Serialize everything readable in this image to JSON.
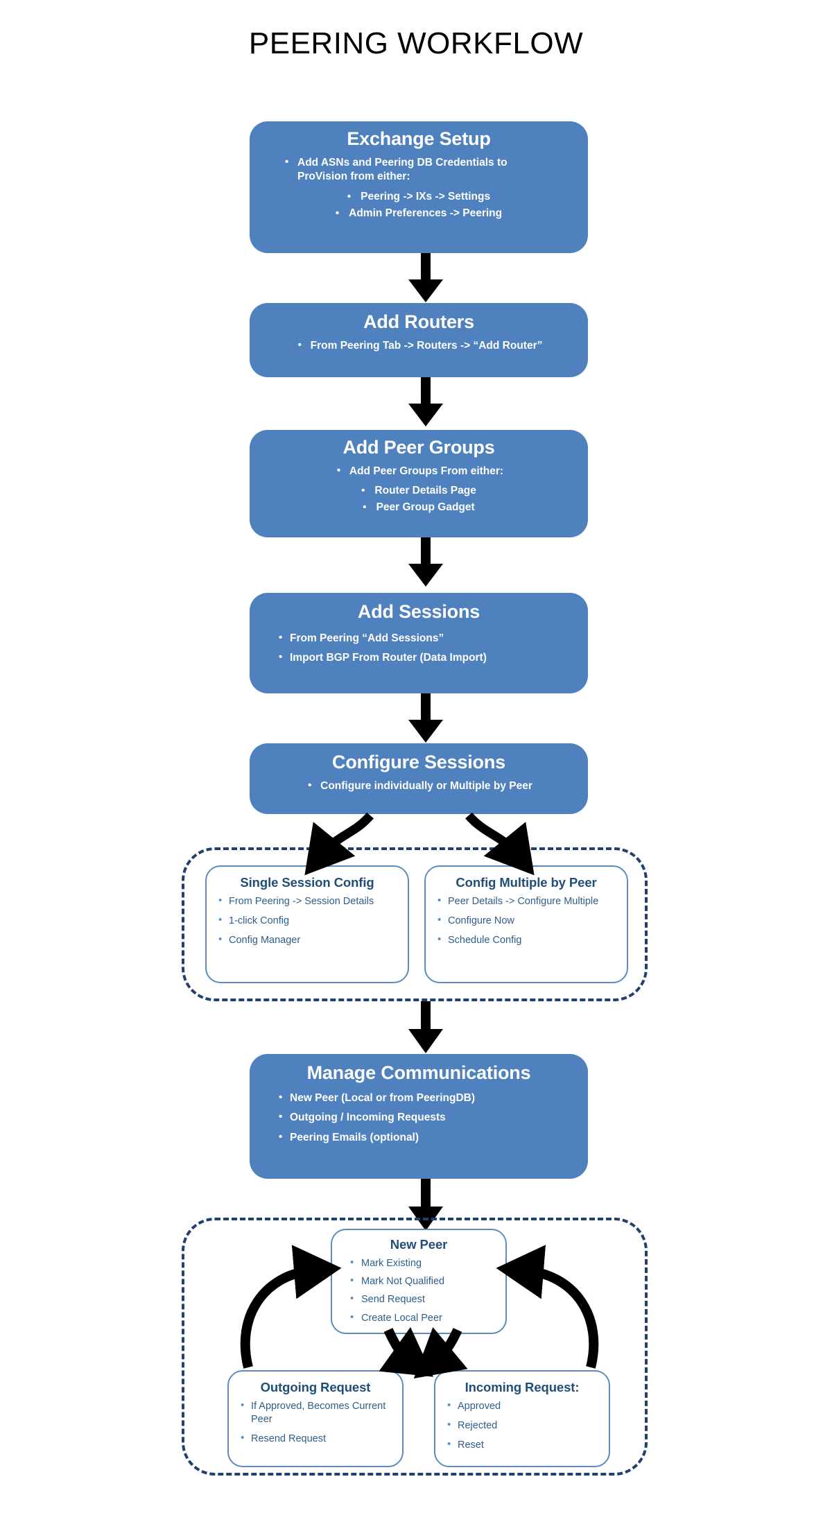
{
  "title": "PEERING WORKFLOW",
  "theme": {
    "box_blue": "#4E81BD",
    "subbox_border": "#5B8BC0",
    "subbox_title": "#1F4E79",
    "subbox_text": "#2E5E8C",
    "dashed_border": "#22406E",
    "arrow_black": "#000000",
    "background": "#FFFFFF"
  },
  "steps": [
    {
      "key": "exchange_setup",
      "title": "Exchange Setup",
      "bullets": [
        "Add ASNs and Peering DB Credentials to ProVision from either:"
      ],
      "sub_bullets": [
        "Peering -> IXs -> Settings",
        "Admin Preferences -> Peering"
      ]
    },
    {
      "key": "add_routers",
      "title": "Add Routers",
      "bullets": [
        "From Peering Tab -> Routers -> “Add Router”"
      ],
      "sub_bullets": []
    },
    {
      "key": "add_peer_groups",
      "title": "Add Peer Groups",
      "bullets": [
        "Add Peer Groups From either:"
      ],
      "sub_bullets": [
        "Router Details Page",
        "Peer Group Gadget"
      ]
    },
    {
      "key": "add_sessions",
      "title": "Add Sessions",
      "bullets": [
        "From  Peering “Add Sessions”",
        "Import BGP From Router (Data Import)"
      ],
      "sub_bullets": []
    },
    {
      "key": "configure_sessions",
      "title": "Configure Sessions",
      "bullets": [
        "Configure individually or Multiple by Peer"
      ],
      "sub_bullets": []
    },
    {
      "key": "manage_communications",
      "title": "Manage Communications",
      "bullets": [
        "New Peer (Local or from PeeringDB)",
        "Outgoing / Incoming Requests",
        "Peering Emails (optional)"
      ],
      "sub_bullets": []
    }
  ],
  "config_group": {
    "single_session": {
      "title": "Single Session Config",
      "items": [
        "From Peering -> Session Details",
        "1-click Config",
        "Config Manager"
      ]
    },
    "multiple_peer": {
      "title": "Config Multiple by Peer",
      "items": [
        "Peer Details -> Configure Multiple",
        "Configure Now",
        "Schedule Config"
      ]
    }
  },
  "peer_group": {
    "new_peer": {
      "title": "New Peer",
      "items": [
        "Mark Existing",
        "Mark Not Qualified",
        "Send Request",
        "Create Local Peer"
      ]
    },
    "outgoing_request": {
      "title": "Outgoing Request",
      "items": [
        "If Approved, Becomes Current Peer",
        "Resend Request"
      ]
    },
    "incoming_request": {
      "title": "Incoming Request:",
      "items": [
        "Approved",
        "Rejected",
        "Reset"
      ]
    }
  }
}
